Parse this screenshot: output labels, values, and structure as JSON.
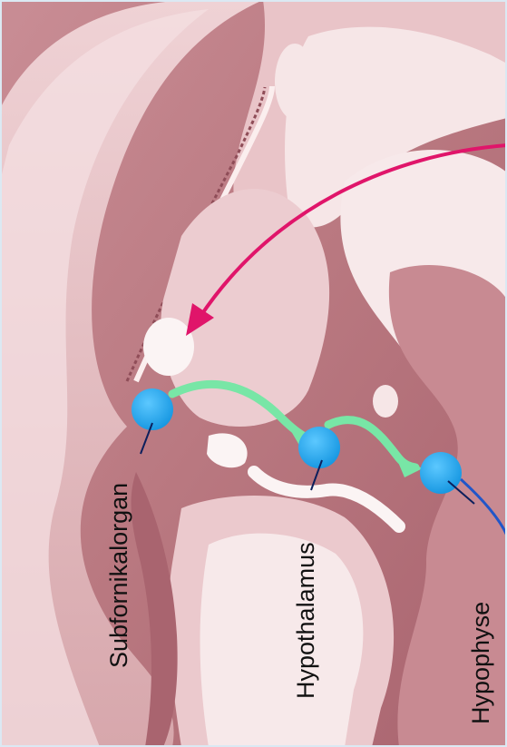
{
  "labels": {
    "subfornical_organ": "Subfornikalorgan",
    "hypothalamus": "Hypothalamus",
    "pituitary": "Hypophyse"
  },
  "colors": {
    "background": "#e8f1f8",
    "tissue_dark": "#a9646f",
    "tissue_mid": "#d7a7ac",
    "tissue_light": "#f3dfe0",
    "cavity": "#fbf4f4",
    "node": "#1ba6f0",
    "signal_arrow_pink": "#e0156a",
    "signal_arrow_green": "#78e6a6",
    "efferent_line_blue": "#2156c8",
    "pointer_line": "#0c1f5c"
  }
}
